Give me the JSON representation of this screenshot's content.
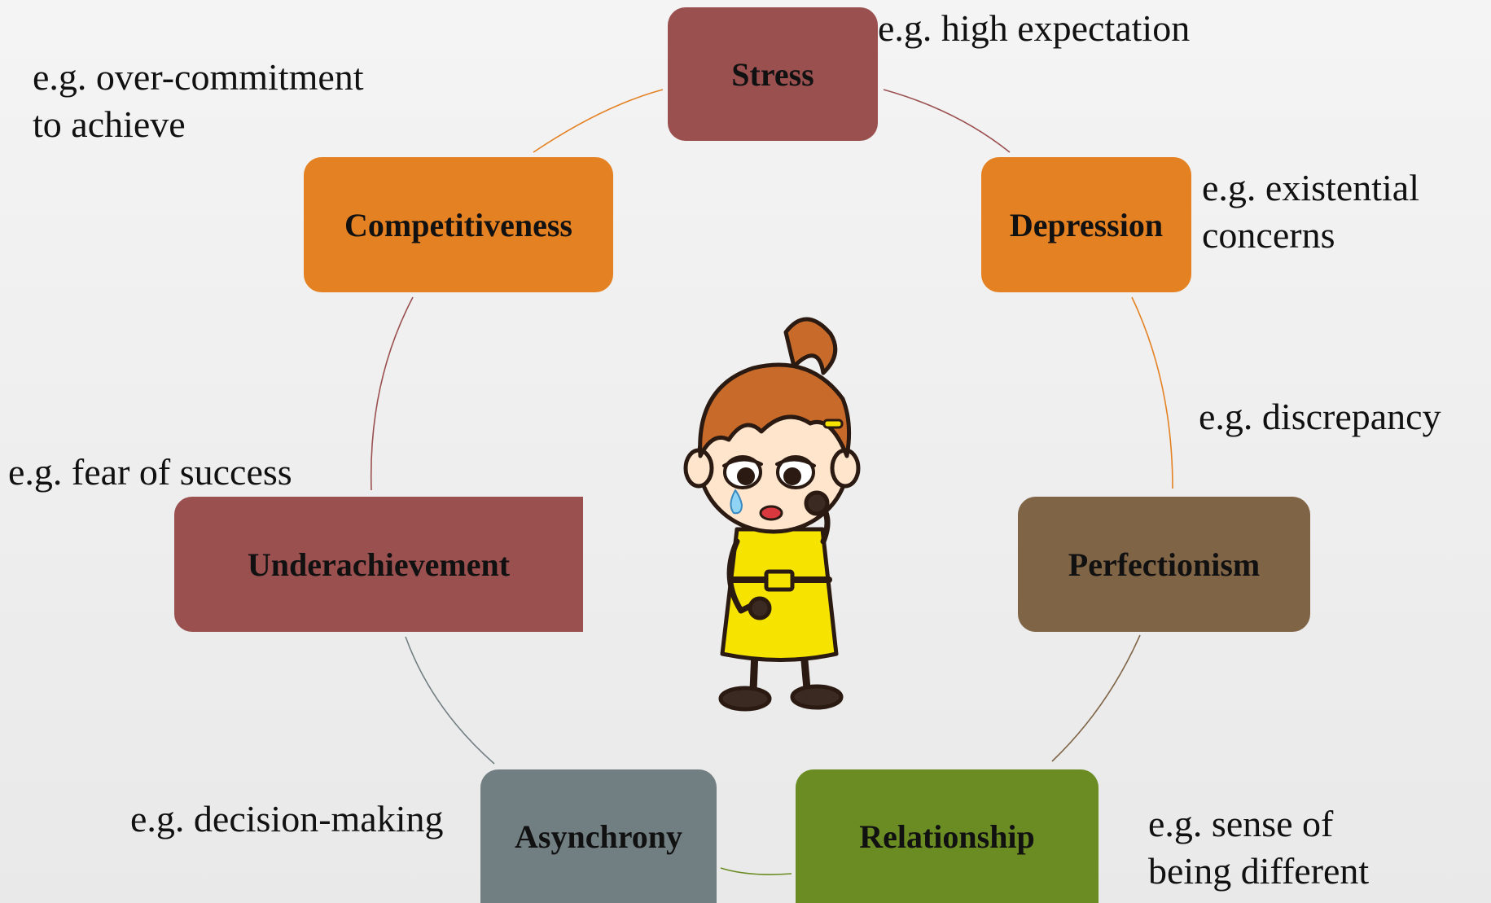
{
  "diagram": {
    "nodes": [
      {
        "id": "stress",
        "label": "Stress",
        "color": "#9b5050"
      },
      {
        "id": "depression",
        "label": "Depression",
        "color": "#e48122"
      },
      {
        "id": "perfectionism",
        "label": "Perfectionism",
        "color": "#7f6446"
      },
      {
        "id": "relationship",
        "label": "Relationship",
        "color": "#6a8c22"
      },
      {
        "id": "asynchrony",
        "label": "Asynchrony",
        "color": "#727f82"
      },
      {
        "id": "underachievement",
        "label": "Underachievement",
        "color": "#9b5050"
      },
      {
        "id": "competitiveness",
        "label": "Competitiveness",
        "color": "#e48122"
      }
    ],
    "notes": {
      "stress": "e.g. high expectation",
      "depression": [
        "e.g. existential",
        "concerns"
      ],
      "perfectionism": "e.g. discrepancy",
      "relationship": [
        "e.g. sense of",
        "being different"
      ],
      "asynchrony": "e.g. decision-making",
      "underachievement": "e.g. fear of success",
      "competitiveness": [
        "e.g. over-commitment",
        "to achieve"
      ]
    },
    "connectors": [
      {
        "from": "stress",
        "to": "depression",
        "color": "#9b5050"
      },
      {
        "from": "depression",
        "to": "perfectionism",
        "color": "#e48122"
      },
      {
        "from": "perfectionism",
        "to": "relationship",
        "color": "#7f6446"
      },
      {
        "from": "relationship",
        "to": "asynchrony",
        "color": "#6a8c22"
      },
      {
        "from": "asynchrony",
        "to": "underachievement",
        "color": "#727f82"
      },
      {
        "from": "underachievement",
        "to": "competitiveness",
        "color": "#9b5050"
      },
      {
        "from": "competitiveness",
        "to": "stress",
        "color": "#e48122"
      }
    ],
    "illustration": "crying-girl-illustration"
  }
}
